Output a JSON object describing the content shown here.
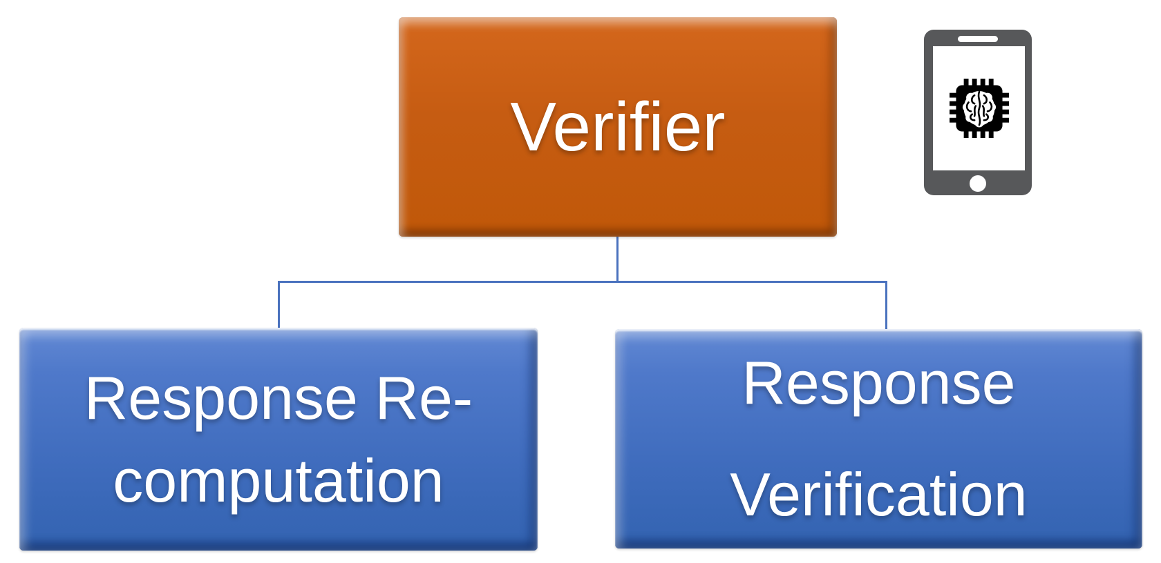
{
  "diagram": {
    "type": "hierarchy",
    "root": {
      "label": "Verifier"
    },
    "children": [
      {
        "line1": "Response Re-",
        "line2": "computation"
      },
      {
        "line1": "Response",
        "line2": "Verification"
      }
    ],
    "icons": {
      "top_right": "smartphone-ai-chip-icon"
    },
    "colors": {
      "root_fill": "#c45c12",
      "child_fill": "#4472c4",
      "connector": "#4a72be",
      "text": "#ffffff",
      "phone_body": "#57585a",
      "background": "#ffffff"
    }
  }
}
